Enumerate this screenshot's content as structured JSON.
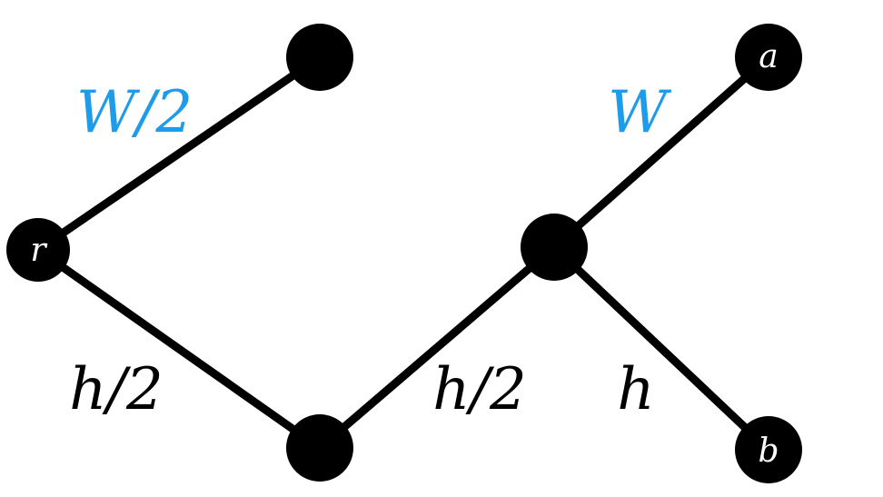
{
  "colors": {
    "edge": "#000000",
    "node": "#000000",
    "node_label": "#ffffff",
    "label_black": "#000000",
    "label_blue": "#1e9be9"
  },
  "nodes": [
    {
      "id": "top-left",
      "label": ""
    },
    {
      "id": "r",
      "label": "r"
    },
    {
      "id": "bottom-middle",
      "label": ""
    },
    {
      "id": "center-right",
      "label": ""
    },
    {
      "id": "a",
      "label": "a"
    },
    {
      "id": "b",
      "label": "b"
    }
  ],
  "edges": [
    {
      "id": "r-top-left",
      "label": "W/2",
      "color": "blue"
    },
    {
      "id": "r-bottom-middle",
      "label": "h/2",
      "color": "black"
    },
    {
      "id": "bottom-middle-center-right",
      "label": "h/2",
      "color": "black"
    },
    {
      "id": "center-right-a",
      "label": "W",
      "color": "blue"
    },
    {
      "id": "center-right-b",
      "label": "h",
      "color": "black"
    }
  ]
}
